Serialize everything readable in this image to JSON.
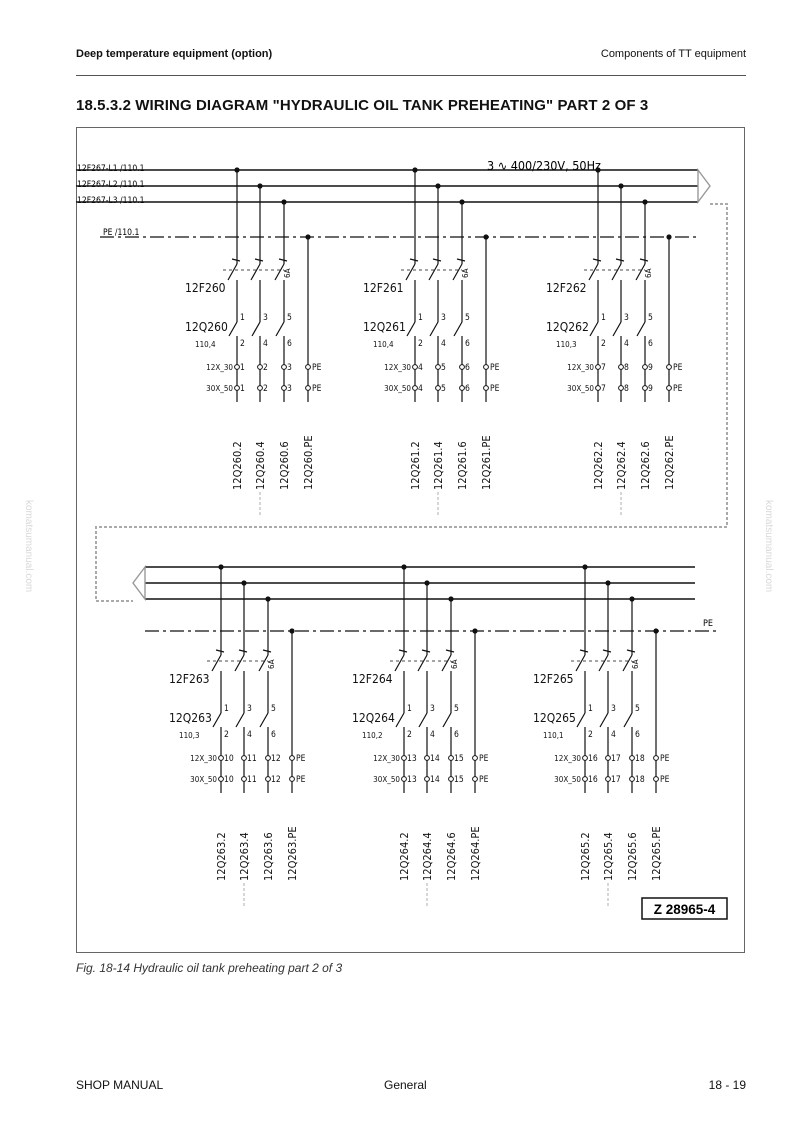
{
  "header": {
    "left": "Deep temperature equipment (option)",
    "right": "Components of TT equipment"
  },
  "section_title": "18.5.3.2  WIRING DIAGRAM \"HYDRAULIC OIL TANK PREHEATING\" PART 2 OF 3",
  "diagram": {
    "supply_label": "3 ∿ 400/230V, 50Hz",
    "feed_labels": [
      "12F267-L1 /110.1",
      "12F267-L2 /110.1",
      "12F267-L3 /110.1",
      "PE /110.1"
    ],
    "pe_label": "PE",
    "breaker_rating": "6A",
    "terminal_12x": "12X_30",
    "terminal_30x": "30X_50",
    "contact_numbers": [
      "1",
      "2",
      "3",
      "4",
      "5",
      "6"
    ],
    "pe_terminal": "PE",
    "figure_ref": "Z 28965-4",
    "groups": [
      {
        "fuse": "12F260",
        "contactor": "12Q260",
        "contactor_ref": "110,4",
        "terms": [
          "1",
          "2",
          "3"
        ],
        "terms30": [
          "1",
          "2",
          "3"
        ],
        "cables": [
          "12Q260.2",
          "12Q260.4",
          "12Q260.6",
          "12Q260.PE"
        ]
      },
      {
        "fuse": "12F261",
        "contactor": "12Q261",
        "contactor_ref": "110,4",
        "terms": [
          "4",
          "5",
          "6"
        ],
        "terms30": [
          "4",
          "5",
          "6"
        ],
        "cables": [
          "12Q261.2",
          "12Q261.4",
          "12Q261.6",
          "12Q261.PE"
        ]
      },
      {
        "fuse": "12F262",
        "contactor": "12Q262",
        "contactor_ref": "110,3",
        "terms": [
          "7",
          "8",
          "9"
        ],
        "terms30": [
          "7",
          "8",
          "9"
        ],
        "cables": [
          "12Q262.2",
          "12Q262.4",
          "12Q262.6",
          "12Q262.PE"
        ]
      },
      {
        "fuse": "12F263",
        "contactor": "12Q263",
        "contactor_ref": "110,3",
        "terms": [
          "10",
          "11",
          "12"
        ],
        "terms30": [
          "10",
          "11",
          "12"
        ],
        "cables": [
          "12Q263.2",
          "12Q263.4",
          "12Q263.6",
          "12Q263.PE"
        ]
      },
      {
        "fuse": "12F264",
        "contactor": "12Q264",
        "contactor_ref": "110,2",
        "terms": [
          "13",
          "14",
          "15"
        ],
        "terms30": [
          "13",
          "14",
          "15"
        ],
        "cables": [
          "12Q264.2",
          "12Q264.4",
          "12Q264.6",
          "12Q264.PE"
        ]
      },
      {
        "fuse": "12F265",
        "contactor": "12Q265",
        "contactor_ref": "110,1",
        "terms": [
          "16",
          "17",
          "18"
        ],
        "terms30": [
          "16",
          "17",
          "18"
        ],
        "cables": [
          "12Q265.2",
          "12Q265.4",
          "12Q265.6",
          "12Q265.PE"
        ]
      }
    ]
  },
  "caption": "Fig. 18-14    Hydraulic oil tank preheating part 2 of 3",
  "footer": {
    "left": "SHOP MANUAL",
    "center": "General",
    "right": "18  - 19"
  },
  "watermark": "komatsumanual.com"
}
